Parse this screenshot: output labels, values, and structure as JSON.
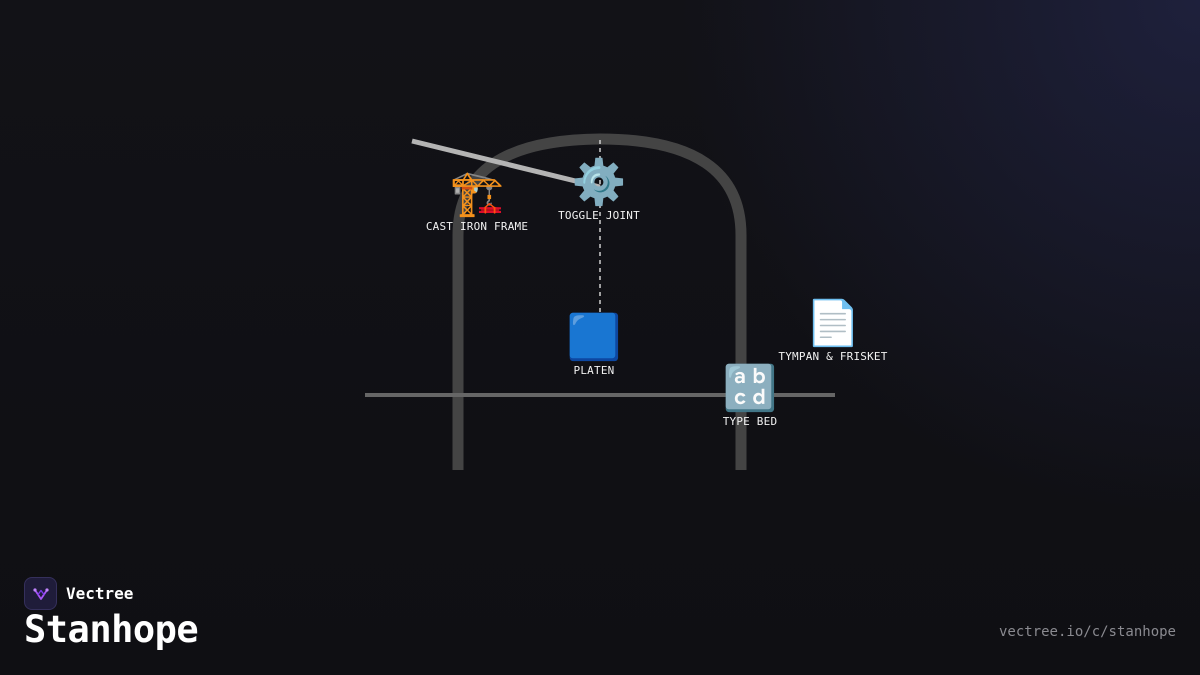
{
  "colors": {
    "background": "#111116",
    "frame": "#444444",
    "lever": "#b4b4b4",
    "bed": "#666666",
    "brand_accent": "#a855f7"
  },
  "parts": [
    {
      "id": "cast-iron-frame",
      "icon": "construction-crane-icon",
      "emoji": "🏗️",
      "label": "CAST IRON FRAME"
    },
    {
      "id": "toggle-joint",
      "icon": "gear-icon",
      "emoji": "⚙️",
      "label": "TOGGLE JOINT"
    },
    {
      "id": "platen",
      "icon": "blue-square-icon",
      "emoji": "🟦",
      "label": "PLATEN"
    },
    {
      "id": "tympan-frisket",
      "icon": "page-icon",
      "emoji": "📄",
      "label": "TYMPAN & FRISKET"
    },
    {
      "id": "type-bed",
      "icon": "abcd-icon",
      "emoji": "🔡",
      "label": "TYPE BED"
    }
  ],
  "brand": {
    "name": "Vectree",
    "icon": "vectree-logo-icon"
  },
  "title": "Stanhope",
  "url": "vectree.io/c/stanhope"
}
